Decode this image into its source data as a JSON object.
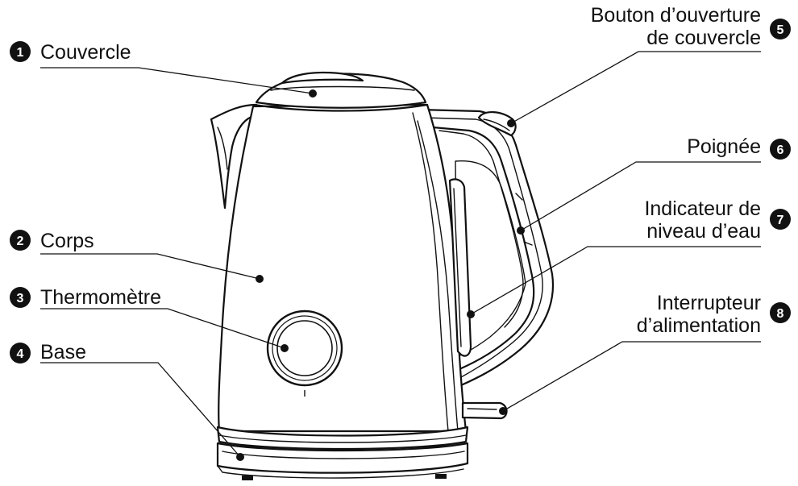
{
  "callouts": [
    {
      "number": "1",
      "label_lines": [
        "Couvercle"
      ]
    },
    {
      "number": "2",
      "label_lines": [
        "Corps"
      ]
    },
    {
      "number": "3",
      "label_lines": [
        "Thermomètre"
      ]
    },
    {
      "number": "4",
      "label_lines": [
        "Base"
      ]
    },
    {
      "number": "5",
      "label_lines": [
        "Bouton d’ouverture",
        "de couvercle"
      ]
    },
    {
      "number": "6",
      "label_lines": [
        "Poignée"
      ]
    },
    {
      "number": "7",
      "label_lines": [
        "Indicateur de",
        "niveau d’eau"
      ]
    },
    {
      "number": "8",
      "label_lines": [
        "Interrupteur",
        "d’alimentation"
      ]
    }
  ]
}
